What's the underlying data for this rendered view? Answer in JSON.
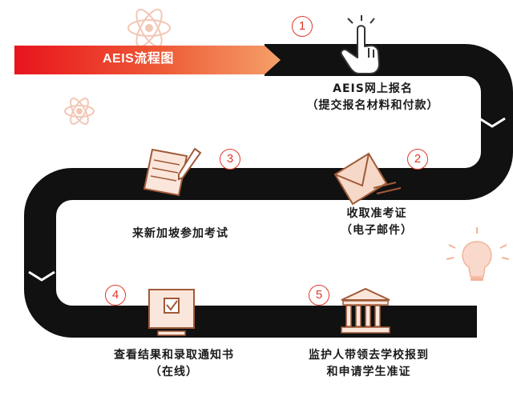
{
  "banner": {
    "title": "AEIS流程图"
  },
  "steps": [
    {
      "number": "1",
      "line1": "AEIS网上报名",
      "line2": "（提交报名材料和付款）"
    },
    {
      "number": "2",
      "line1": "收取准考证",
      "line2": "（电子邮件）"
    },
    {
      "number": "3",
      "line1": "来新加坡参加考试",
      "line2": ""
    },
    {
      "number": "4",
      "line1": "查看结果和录取通知书",
      "line2": "（在线）"
    },
    {
      "number": "5",
      "line1": "监护人带领去学校报到",
      "line2": "和申请学生准证"
    }
  ],
  "colors": {
    "road": "#111111",
    "marker": "#ffffff",
    "accent": "#e03a2a",
    "banner_start": "#e8141d",
    "banner_end": "#f28d52",
    "icon_fill": "#f6d8c8",
    "icon_stroke": "#a05a38"
  }
}
